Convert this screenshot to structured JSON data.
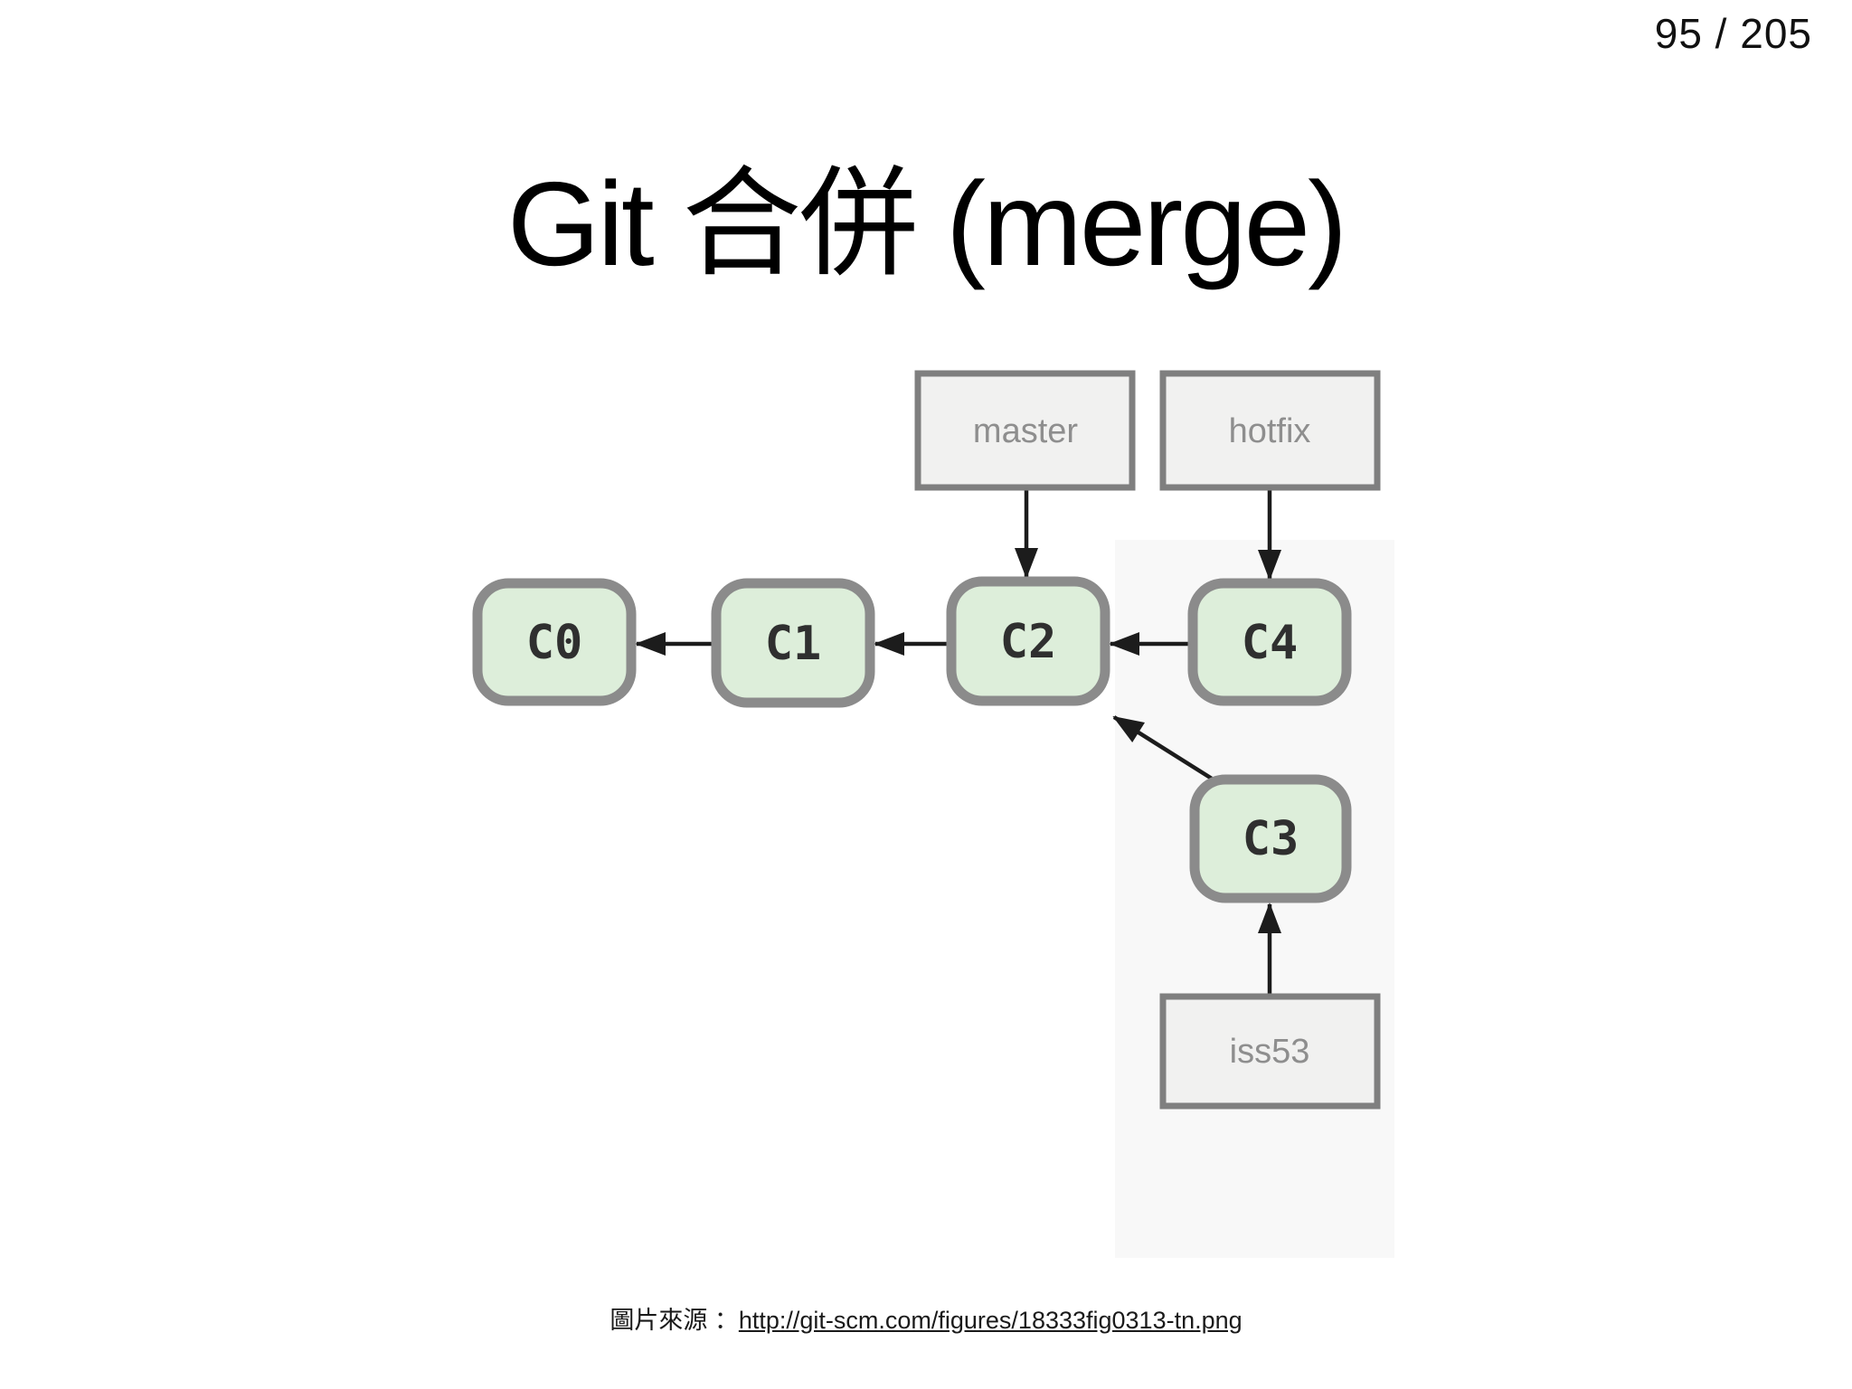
{
  "page": {
    "number": "95 / 205"
  },
  "title": "Git 合併 (merge)",
  "footer": {
    "prefix": "圖片來源 ：",
    "link_text": "http://git-scm.com/figures/18333fig0313-tn.png"
  },
  "diagram": {
    "type": "git-commit-graph",
    "commits": [
      {
        "id": "C0",
        "label": "C0"
      },
      {
        "id": "C1",
        "label": "C1"
      },
      {
        "id": "C2",
        "label": "C2"
      },
      {
        "id": "C4",
        "label": "C4"
      },
      {
        "id": "C3",
        "label": "C3"
      }
    ],
    "branch_labels": [
      {
        "id": "master",
        "label": "master",
        "points_to": "C2"
      },
      {
        "id": "hotfix",
        "label": "hotfix",
        "points_to": "C4"
      },
      {
        "id": "iss53",
        "label": "iss53",
        "points_to": "C3"
      }
    ],
    "edges": [
      {
        "from": "C1",
        "to": "C0"
      },
      {
        "from": "C2",
        "to": "C1"
      },
      {
        "from": "C4",
        "to": "C2"
      },
      {
        "from": "C3",
        "to": "C2"
      },
      {
        "from": "master",
        "to": "C2"
      },
      {
        "from": "hotfix",
        "to": "C4"
      },
      {
        "from": "iss53",
        "to": "C3"
      }
    ],
    "colors": {
      "commit_fill": "#ddeeda",
      "commit_border": "#8b8b8b",
      "commit_text": "#2f2f2f",
      "branch_fill": "#f1f1f0",
      "branch_border": "#7f7f7f",
      "branch_text": "#8e8e8e",
      "arrow": "#1c1c1c",
      "background": "#ffffff"
    }
  }
}
